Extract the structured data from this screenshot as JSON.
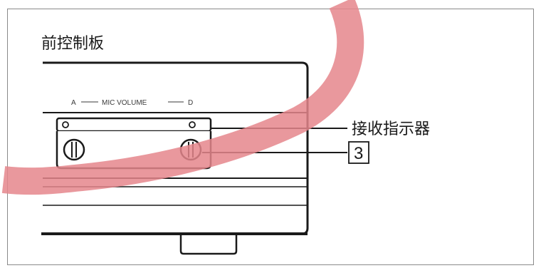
{
  "diagram": {
    "title": "前控制板",
    "scale": {
      "left_mark": "A",
      "label": "MIC VOLUME",
      "right_mark": "D"
    },
    "callouts": {
      "receiver_indicator": "接收指示器",
      "knob_reference": "3"
    }
  },
  "colors": {
    "overlay_stroke": "#e5868c",
    "line": "#1a1a1a",
    "frame": "#8a8a8a"
  }
}
